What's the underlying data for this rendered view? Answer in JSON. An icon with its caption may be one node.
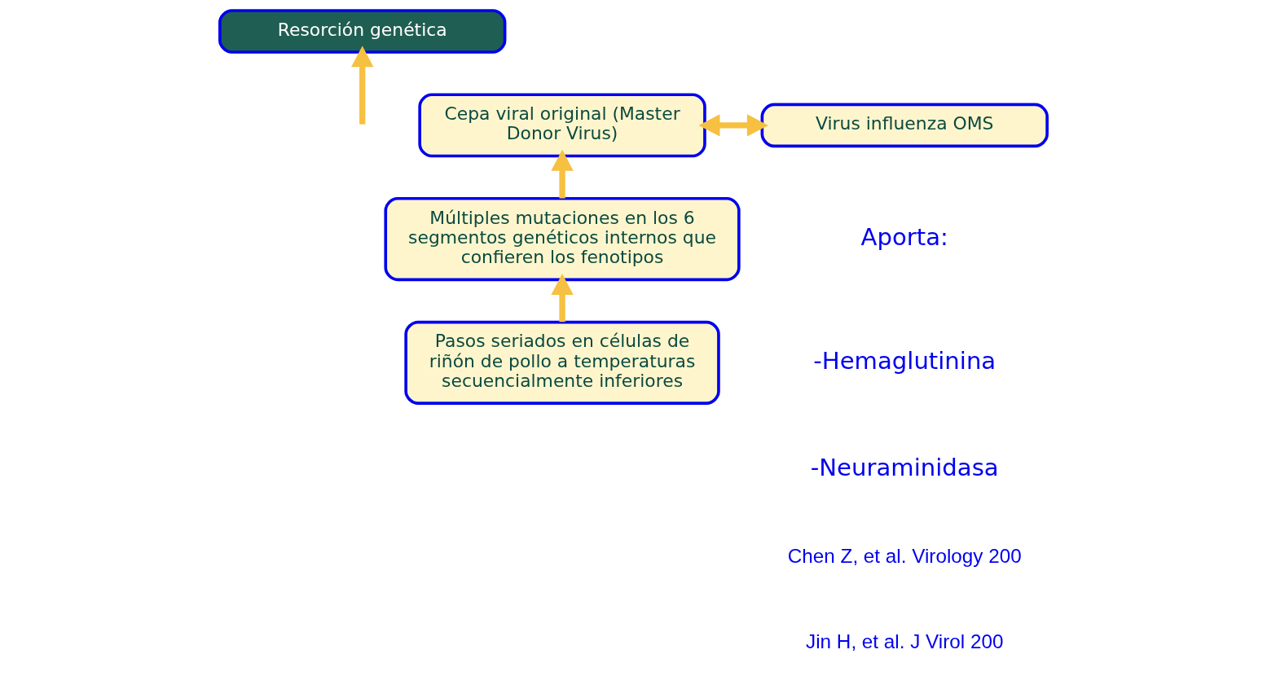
{
  "diagram": {
    "nodes": [
      {
        "text": [
          "Resorción genética"
        ]
      },
      {
        "text": [
          "Cepa viral original (Master Donor Virus)"
        ]
      },
      {
        "text": [
          "Virus influenza OMS"
        ]
      },
      {
        "text": [
          "Múltiples mutaciones en los 6 segmentos genéticos internos que confieren los fenotipos"
        ]
      },
      {
        "text": [
          "Pasos seriados en células de riñón de pollo a temperaturas secuencialmente inferiores"
        ]
      }
    ],
    "edges": [
      {
        "from": null,
        "to": 0,
        "arrow": "to"
      },
      {
        "from": 1,
        "to": 2,
        "arrow": "both"
      },
      {
        "from": 3,
        "to": 1,
        "arrow": "to"
      },
      {
        "from": 4,
        "to": 3,
        "arrow": "to"
      }
    ],
    "labels": [
      "Aporta:",
      "-Hemaglutinina",
      "-Neuraminidasa",
      "Chen Z, et al. Virology 200",
      "Jin H, et al. J Virol 200"
    ]
  }
}
